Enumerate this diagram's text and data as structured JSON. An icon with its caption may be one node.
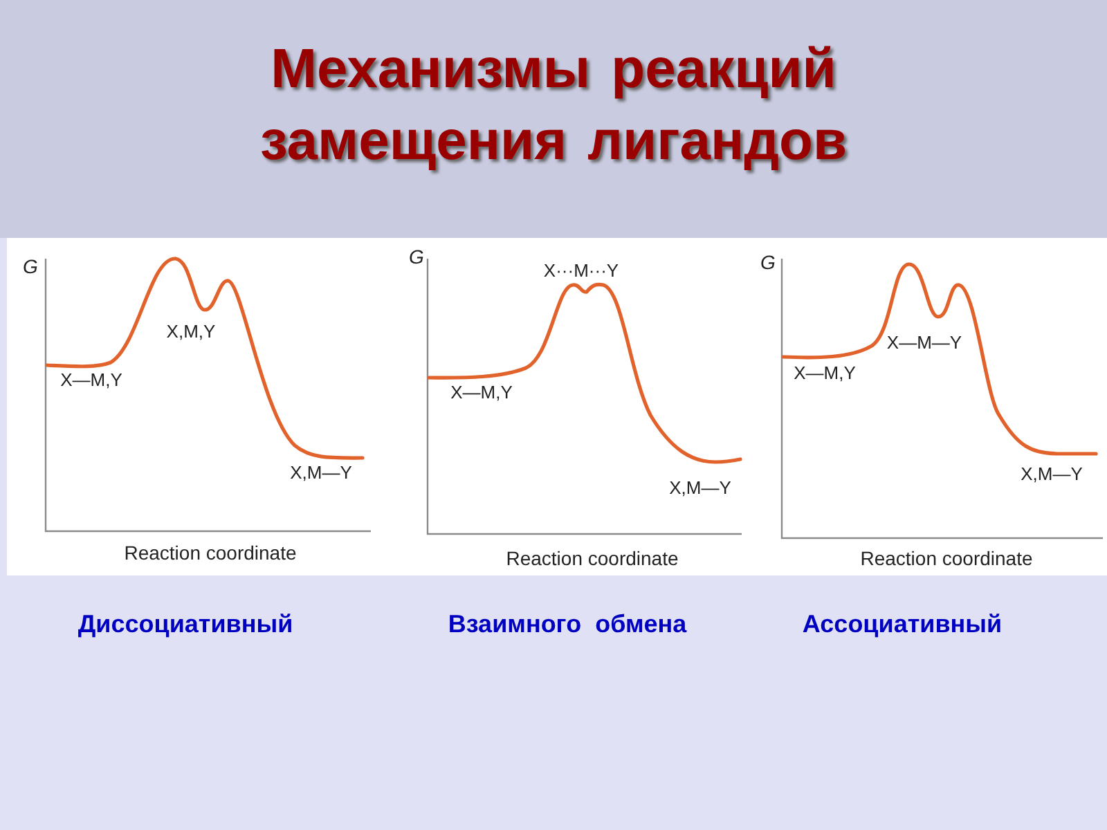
{
  "diagram": {
    "title": "Механизмы реакций замещения лигандов",
    "labels": [
      "G",
      "X,M,Y",
      "X—M,Y",
      "X,M—Y",
      "Reaction coordinate",
      "G",
      "X···M···Y",
      "X—M,Y",
      "X,M—Y",
      "Reaction coordinate",
      "G",
      "X—M—Y",
      "X—M,Y",
      "X,M—Y",
      "Reaction coordinate",
      "Диссоциативный",
      "Взаимного обмена",
      "Ассоциативный"
    ]
  }
}
